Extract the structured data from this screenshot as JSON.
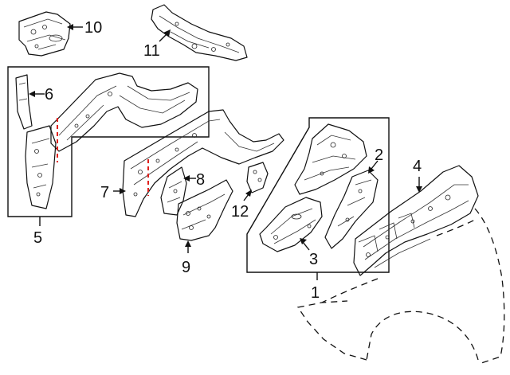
{
  "callouts": {
    "c1": "1",
    "c2": "2",
    "c3": "3",
    "c4": "4",
    "c5": "5",
    "c6": "6",
    "c7": "7",
    "c8": "8",
    "c9": "9",
    "c10": "10",
    "c11": "11",
    "c12": "12"
  },
  "colors": {
    "line": "#111111",
    "cut_line": "#e0201c",
    "background": "#ffffff"
  }
}
